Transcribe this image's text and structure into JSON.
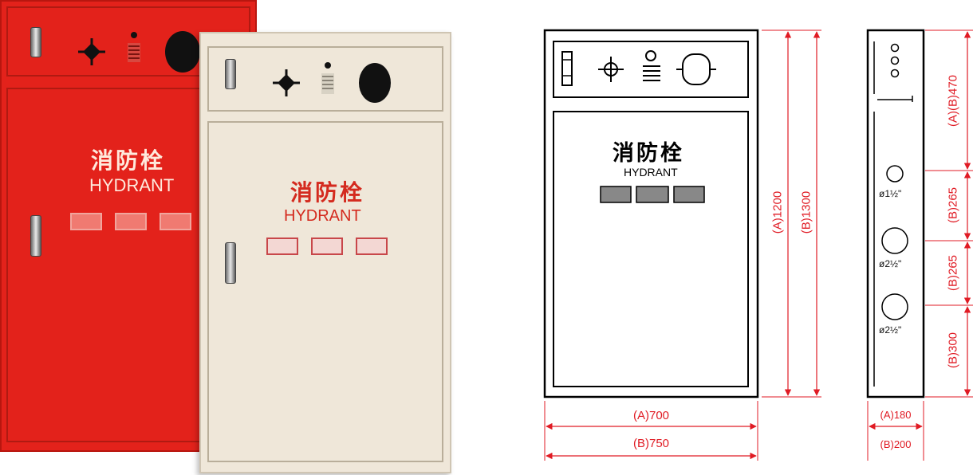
{
  "product": {
    "title_cn": "消防栓",
    "title_en": "HYDRANT"
  },
  "photos": [
    {
      "name": "red-cabinet",
      "color": "#e3221b",
      "text_color": "#ffffff"
    },
    {
      "name": "cream-cabinet",
      "color": "#efe7d9",
      "text_color": "#d42a1e"
    }
  ],
  "front_view": {
    "title_cn": "消防栓",
    "title_en": "HYDRANT",
    "height_a": "(A)1200",
    "height_b": "(B)1300",
    "width_a": "(A)700",
    "width_b": "(B)750"
  },
  "side_view": {
    "top_section": "(A)(B)470",
    "mid_section_1": "(B)265",
    "mid_section_2": "(B)265",
    "bottom_section": "(B)300",
    "depth_a": "(A)180",
    "depth_b": "(B)200",
    "outlets": [
      "ø1½\"",
      "ø2½\"",
      "ø2½\""
    ]
  },
  "colors": {
    "dimension": "#e01b24",
    "outline": "#000000"
  }
}
